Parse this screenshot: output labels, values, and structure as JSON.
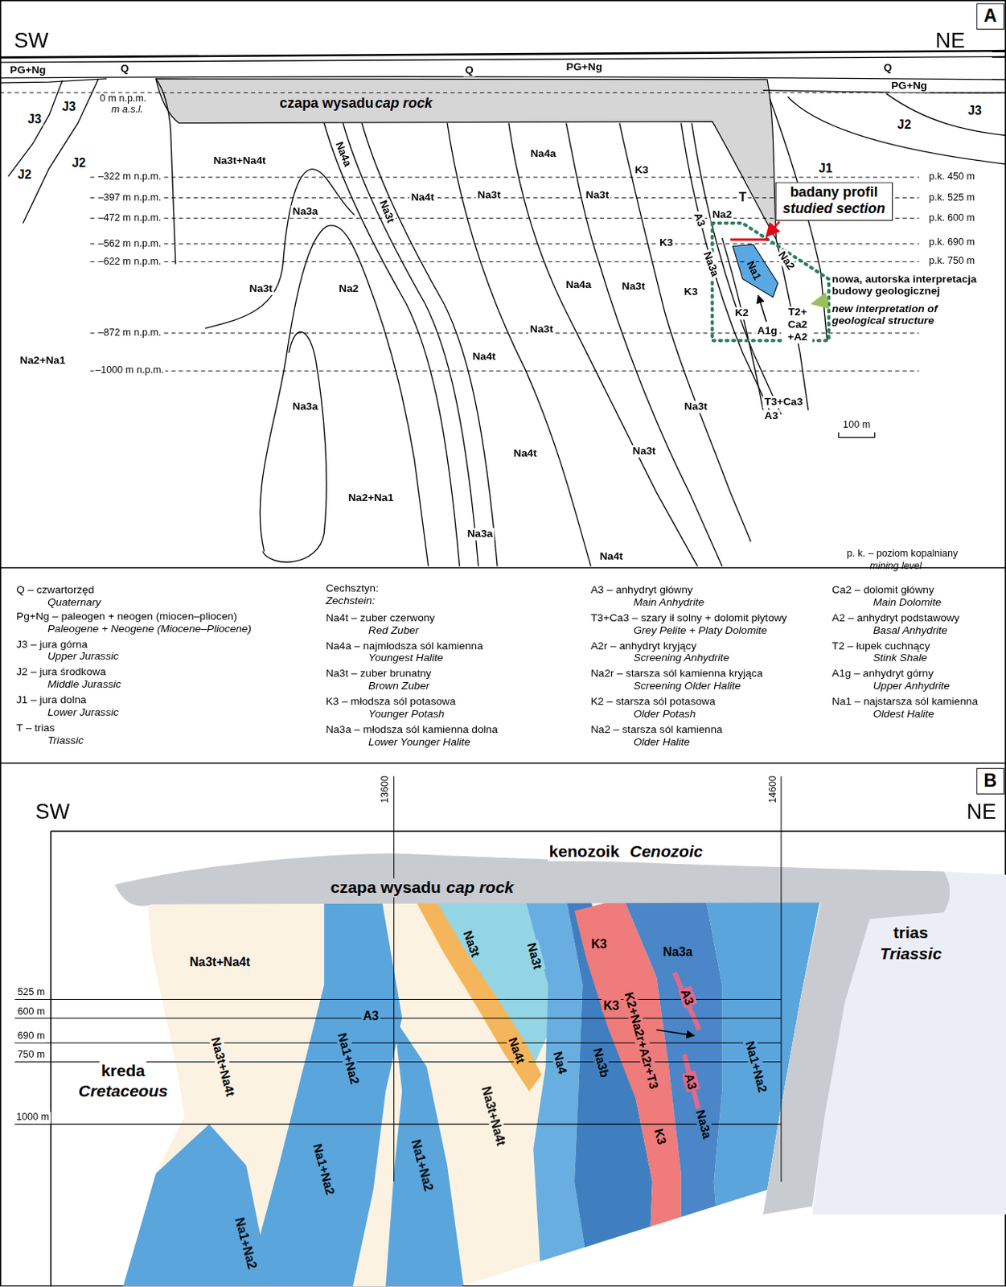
{
  "diagram": {
    "nodes": [
      {
        "text": [
          "A"
        ]
      },
      {
        "text": [
          "badany profil",
          "studied section"
        ]
      },
      {
        "text": [
          "B"
        ]
      }
    ],
    "labels": [
      "SW",
      "NE",
      "PG+Ng",
      "Q",
      "Q",
      "PG+Ng",
      "Q",
      "PG+Ng",
      "0 m n.p.m.",
      "m a.s.l.",
      "czapa wysadu",
      "cap rock",
      "J3",
      "J3",
      "J2",
      "J2",
      "J1",
      "J2",
      "J3",
      "T",
      "–322 m n.p.m.",
      "–397 m n.p.m.",
      "–472 m n.p.m.",
      "–562 m n.p.m.",
      "–622 m n.p.m.",
      "–872 m n.p.m.",
      "–1000 m n.p.m.",
      "p.k. 450 m",
      "p.k. 525 m",
      "p.k. 600 m",
      "p.k. 690 m",
      "p.k. 750 m",
      "Na3t+Na4t",
      "Na4a",
      "Na3t",
      "Na3a",
      "Na4t",
      "Na3t",
      "Na4a",
      "Na3t",
      "K3",
      "A3",
      "Na2",
      "K3",
      "Na3a",
      "Na1",
      "Na2",
      "Na4a",
      "Na3t",
      "K3",
      "K2",
      "A1g",
      "T2+ Ca2 +A2",
      "Na3t",
      "Na2",
      "Na3t",
      "Na4t",
      "Na2+Na1",
      "T3+Ca3",
      "A3",
      "Na3t",
      "Na3a",
      "Na4t",
      "Na3t",
      "Na2+Na1",
      "Na3a",
      "Na4t",
      "nowa, autorska interpretacja budowy geologicznej",
      "new interpretation of geological structure",
      "100 m",
      "p. k. – poziom kopalniany",
      "mining level",
      "Q – czwartorzęd",
      "Quaternary",
      "Pg+Ng – paleogen + neogen (miocen–pliocen)",
      "Paleogene + Neogene (Miocene–Pliocene)",
      "J3 – jura górna",
      "Upper Jurassic",
      "J2 – jura środkowa",
      "Middle Jurassic",
      "J1 – jura dolna",
      "Lower Jurassic",
      "T – trias",
      "Triassic",
      "Cechsztyn:",
      "Zechstein:",
      "Na4t – zuber czerwony",
      "Red Zuber",
      "Na4a – najmłodsza sól kamienna",
      "Youngest Halite",
      "Na3t – zuber brunatny",
      "Brown Zuber",
      "K3 – młodsza sól potasowa",
      "Younger Potash",
      "Na3a – młodsza sól kamienna dolna",
      "Lower Younger Halite",
      "A3 – anhydryt główny",
      "Main Anhydrite",
      "T3+Ca3 – szary ił solny + dolomit płytowy",
      "Grey Pelite + Platy Dolomite",
      "A2r – anhydryt kryjący",
      "Screening Anhydrite",
      "Na2r – starsza sól kamienna kryjąca",
      "Screening Older Halite",
      "K2 – starsza sól potasowa",
      "Older Potash",
      "Na2 – starsza sól kamienna",
      "Older Halite",
      "Ca2 – dolomit główny",
      "Main Dolomite",
      "A2 – anhydryt podstawowy",
      "Basal Anhydrite",
      "T2 – łupek cuchnący",
      "Stink Shale",
      "A1g – anhydryt górny",
      "Upper Anhydrite",
      "Na1 – najstarsza sól kamienna",
      "Oldest Halite",
      "SW",
      "NE",
      "13600",
      "14600",
      "kenozoik",
      "Cenozoic",
      "czapa wysadu",
      "cap rock",
      "trias",
      "Triassic",
      "525 m",
      "600 m",
      "690 m",
      "750 m",
      "1000 m",
      "kreda",
      "Cretaceous",
      "Na3t+Na4t",
      "A3",
      "Na3t",
      "Na3t",
      "K3",
      "Na3a",
      "K3",
      "K2+Na2r+A2r+T3",
      "A3",
      "Na4t",
      "Na4",
      "Na3b",
      "K3",
      "A3",
      "Na3a",
      "Na1+Na2",
      "Na3t+Na4t",
      "Na1+Na2",
      "Na3t+Na4t",
      "Na1+Na2",
      "Na1+Na2",
      "Na1+Na2"
    ]
  }
}
